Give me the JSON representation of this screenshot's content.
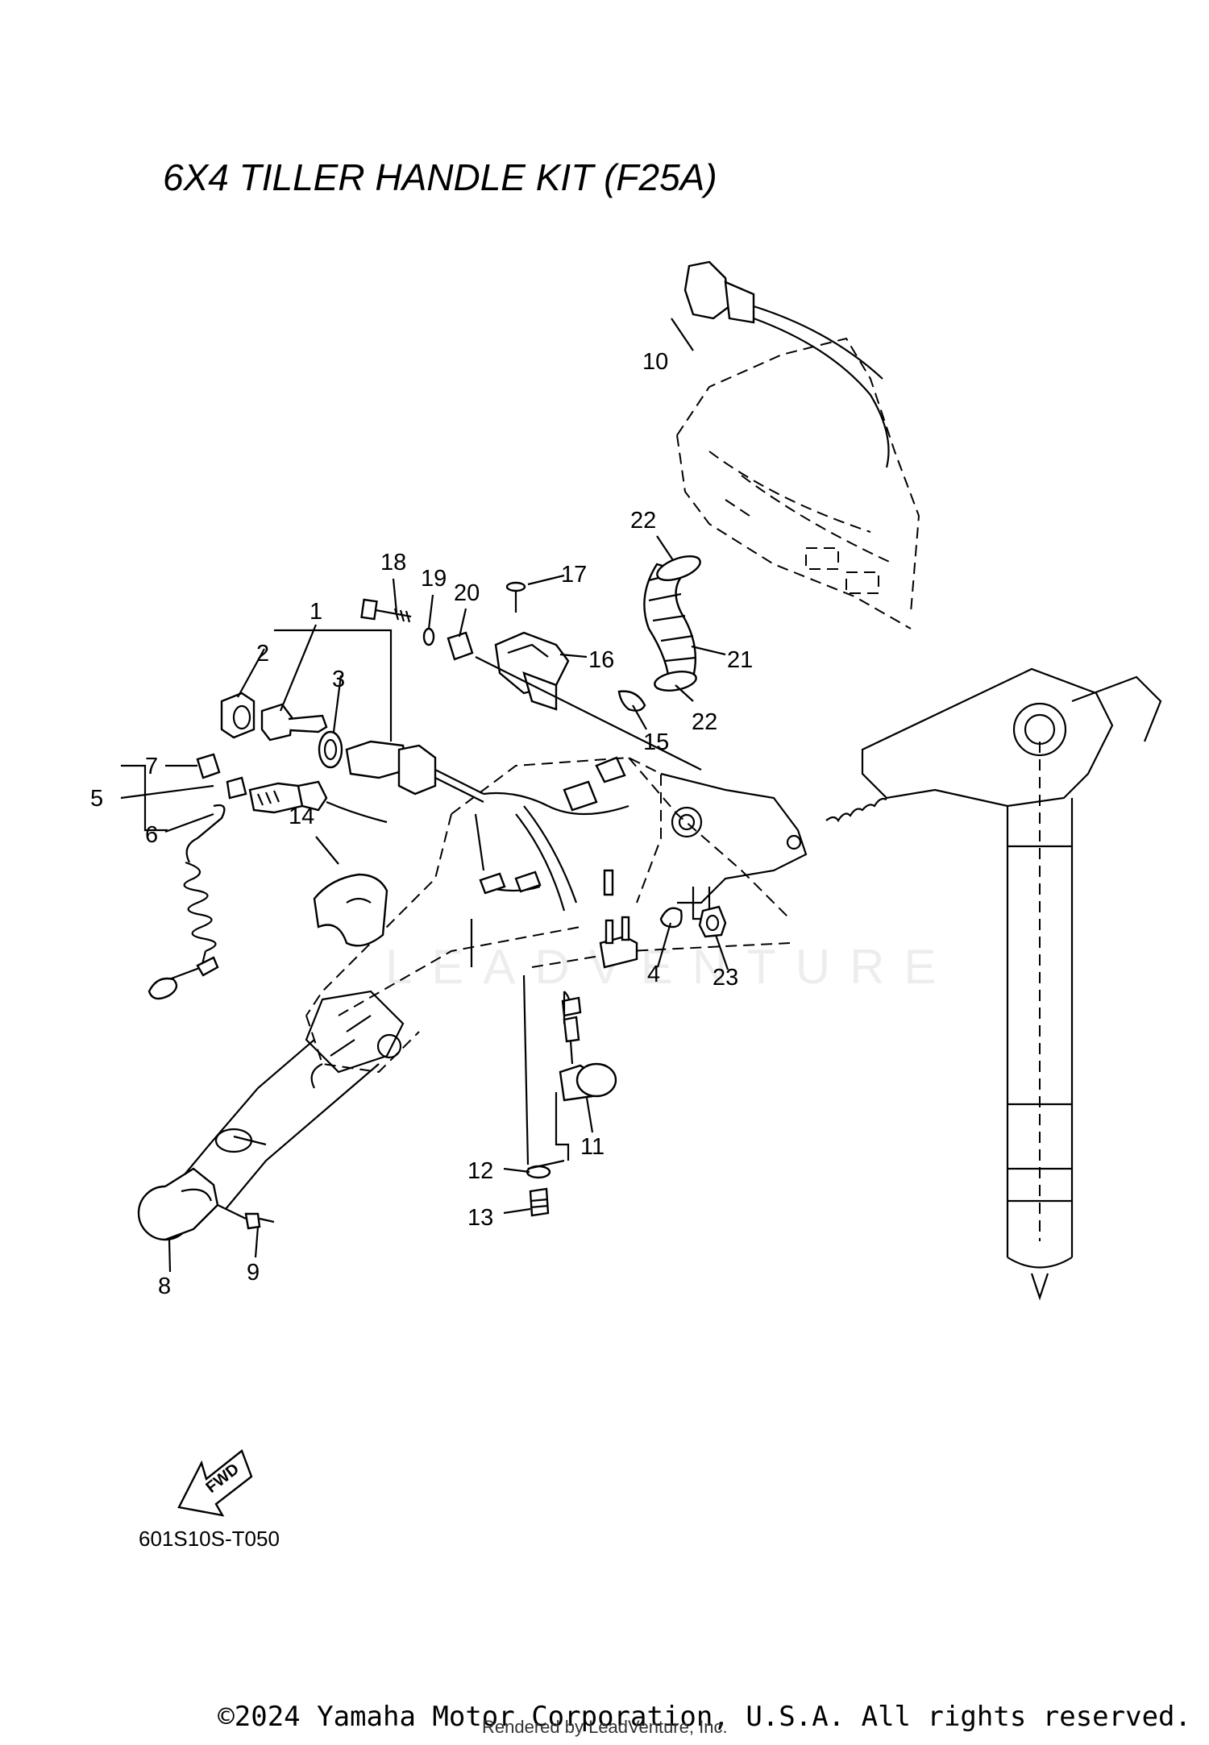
{
  "title": "6X4 TILLER HANDLE KIT (F25A)",
  "callouts": [
    "1",
    "2",
    "3",
    "4",
    "5",
    "6",
    "7",
    "8",
    "9",
    "10",
    "11",
    "12",
    "13",
    "14",
    "15",
    "16",
    "17",
    "18",
    "19",
    "20",
    "21",
    "22",
    "22",
    "23"
  ],
  "diagram_code": "601S10S-T050",
  "fwd_label": "FWD",
  "watermark": "LEADVENTURE",
  "copyright": "©2024 Yamaha Motor Corporation, U.S.A. All rights reserved.",
  "rendered_by": "Rendered by LeadVenture, Inc."
}
